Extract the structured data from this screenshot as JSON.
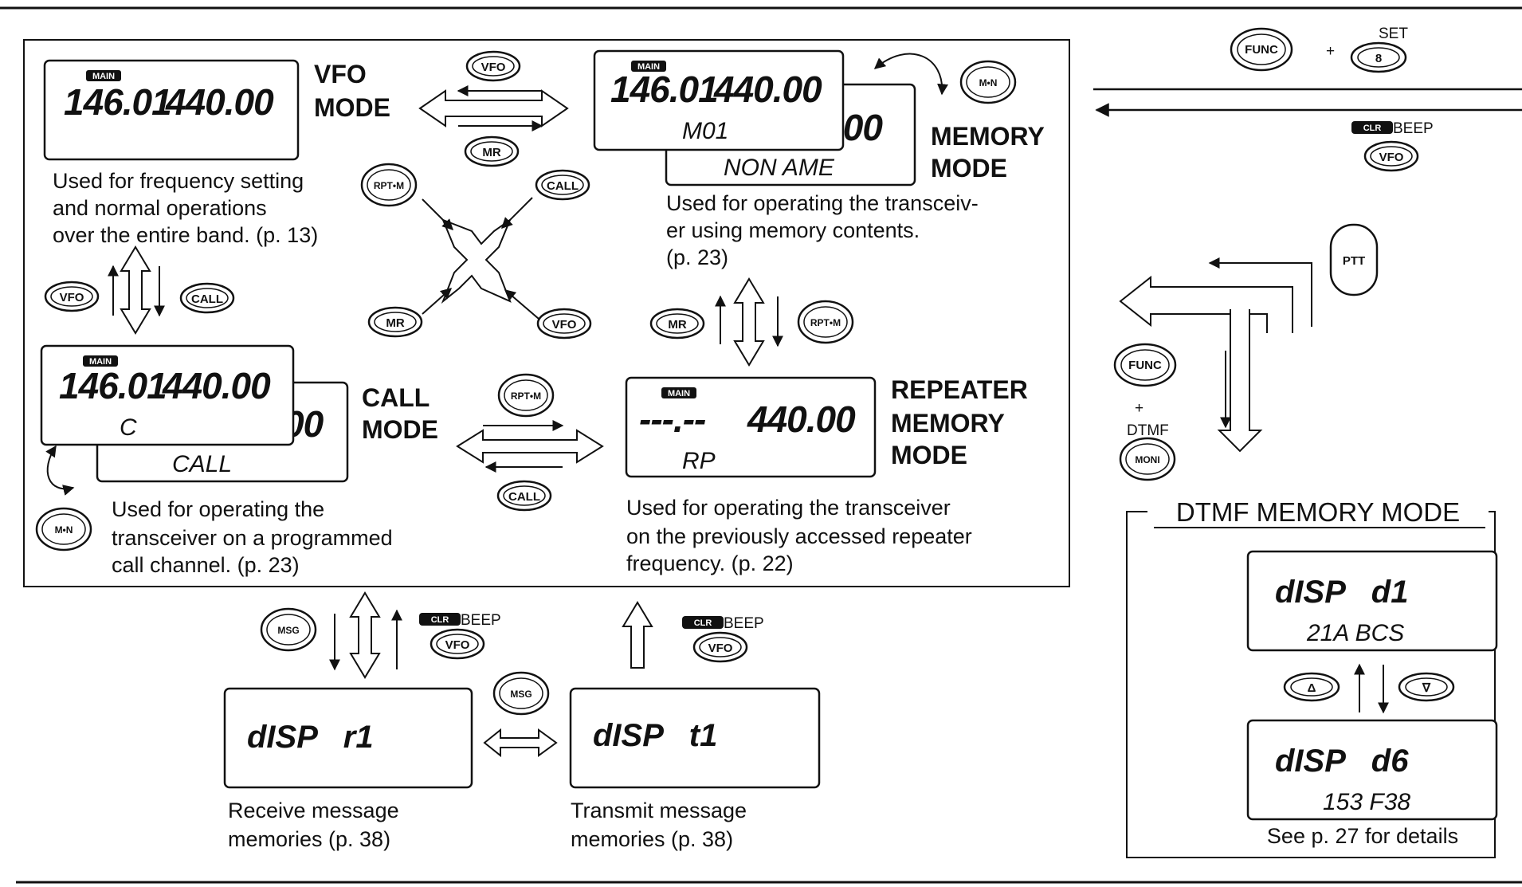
{
  "vfo": {
    "badge": "MAIN",
    "freq_left": "146.01",
    "freq_right": "440.00",
    "title_line1": "VFO",
    "title_line2": "MODE",
    "desc": [
      "Used for frequency setting",
      "and normal operations",
      "over the entire band. (p. 13)"
    ]
  },
  "memory": {
    "badge": "MAIN",
    "freq_left": "146.01",
    "freq_right": "440.00",
    "channel": "M01",
    "back_freq": ".00",
    "back_name": "NON AME",
    "title_line1": "MEMORY",
    "title_line2": "MODE",
    "desc": [
      "Used for operating the transceiv-",
      "er using memory contents.",
      "(p. 23)"
    ]
  },
  "call": {
    "badge": "MAIN",
    "freq_left": "146.01",
    "freq_right": "440.00",
    "channel": "C",
    "back_freq": "00",
    "back_name": "CALL",
    "title_line1": "CALL",
    "title_line2": "MODE",
    "desc": [
      "Used for operating the",
      "transceiver on a programmed",
      "call channel. (p. 23)"
    ]
  },
  "repeater": {
    "badge": "MAIN",
    "freq_left": "---.--",
    "freq_right": "440.00",
    "channel": "RP",
    "title_line1": "REPEATER",
    "title_line2": "MEMORY",
    "title_line3": "MODE",
    "desc": [
      "Used for operating the transceiver",
      "on the previously accessed repeater",
      "frequency. (p. 22)"
    ]
  },
  "rx_msg": {
    "display": "dISP   r1",
    "desc": [
      "Receive message",
      "memories (p. 38)"
    ]
  },
  "tx_msg": {
    "display": "dISP   t1",
    "desc": [
      "Transmit message",
      "memories (p. 38)"
    ]
  },
  "dtmf": {
    "title": "DTMF MEMORY MODE",
    "display1_top": "dISP   d1",
    "display1_bottom": "21A BCS",
    "display2_top": "dISP   d6",
    "display2_bottom": "153 F38",
    "note": "See p. 27 for details"
  },
  "keys": {
    "vfo": "VFO",
    "mr": "MR",
    "call": "CALL",
    "rpt_m": "RPT•M",
    "m_n": "M•N",
    "func": "FUNC",
    "msg": "MSG",
    "moni": "MONI",
    "ptt": "PTT",
    "set": "SET",
    "set_num": "8",
    "clr": "CLR",
    "beep": "BEEP",
    "dtmf": "DTMF",
    "plus": "+",
    "up": "Δ",
    "down": "∇"
  }
}
